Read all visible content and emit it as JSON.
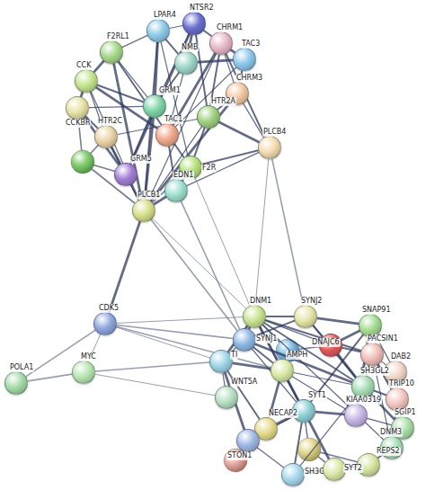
{
  "diagram": {
    "nodes": [
      {
        "text": [
          "NTSR2"
        ]
      },
      {
        "text": [
          "LPAR4"
        ]
      },
      {
        "text": [
          "CHRM1"
        ]
      },
      {
        "text": [
          "TAC3"
        ]
      },
      {
        "text": [
          "F2RL1"
        ]
      },
      {
        "text": [
          "NMB"
        ]
      },
      {
        "text": [
          "CCK"
        ]
      },
      {
        "text": [
          "CHRM3"
        ]
      },
      {
        "text": [
          "CCKBR"
        ]
      },
      {
        "text": [
          "GRM1"
        ]
      },
      {
        "text": [
          "HTR2A"
        ]
      },
      {
        "text": [
          "TAC1"
        ]
      },
      {
        "text": [
          "HTR2C"
        ]
      },
      {
        "text": [
          "GRM5"
        ]
      },
      {
        "text": [
          "F2R"
        ]
      },
      {
        "text": [
          "EDN1"
        ]
      },
      {
        "text": [
          "PLCB1"
        ]
      },
      {
        "text": [
          "PLCB4"
        ]
      },
      {
        "text": [
          "CDK5"
        ]
      },
      {
        "text": [
          "POLA1"
        ]
      },
      {
        "text": [
          "MYC"
        ]
      },
      {
        "text": [
          "DNM1"
        ]
      },
      {
        "text": [
          "SYNJ2"
        ]
      },
      {
        "text": [
          "SNAP91"
        ]
      },
      {
        "text": [
          "SYNJ1"
        ]
      },
      {
        "text": [
          "DNAJC6"
        ]
      },
      {
        "text": [
          "PACSIN1"
        ]
      },
      {
        "text": [
          "DAB2"
        ]
      },
      {
        "text": [
          "TI"
        ]
      },
      {
        "text": [
          "AMPH"
        ]
      },
      {
        "text": [
          "SH3GL2"
        ]
      },
      {
        "text": [
          "TRIP10"
        ]
      },
      {
        "text": [
          "KIAA0319"
        ]
      },
      {
        "text": [
          "SGIP1"
        ]
      },
      {
        "text": [
          "WNT5A"
        ]
      },
      {
        "text": [
          "SYT1"
        ]
      },
      {
        "text": [
          "NECAP2"
        ]
      },
      {
        "text": [
          "DNM3"
        ]
      },
      {
        "text": [
          "REPS2"
        ]
      },
      {
        "text": [
          "STON1"
        ]
      },
      {
        "text": [
          "SH3GL3"
        ]
      },
      {
        "text": [
          "SYT2"
        ]
      }
    ],
    "edges": [
      {
        "from": 0,
        "to": 1,
        "arrow": "none"
      },
      {
        "from": 0,
        "to": 2,
        "arrow": "none"
      },
      {
        "from": 0,
        "to": 5,
        "arrow": "none"
      },
      {
        "from": 0,
        "to": 9,
        "arrow": "none"
      },
      {
        "from": 0,
        "to": 10,
        "arrow": "none"
      },
      {
        "from": 0,
        "to": 13,
        "arrow": "none"
      },
      {
        "from": 1,
        "to": 4,
        "arrow": "none"
      },
      {
        "from": 1,
        "to": 5,
        "arrow": "none"
      },
      {
        "from": 1,
        "to": 9,
        "arrow": "none"
      },
      {
        "from": 1,
        "to": 14,
        "arrow": "none"
      },
      {
        "from": 1,
        "to": 16,
        "arrow": "none"
      },
      {
        "from": 2,
        "to": 3,
        "arrow": "none"
      },
      {
        "from": 2,
        "to": 7,
        "arrow": "none"
      },
      {
        "from": 2,
        "to": 10,
        "arrow": "none"
      },
      {
        "from": 2,
        "to": 11,
        "arrow": "none"
      },
      {
        "from": 2,
        "to": 16,
        "arrow": "none"
      },
      {
        "from": 2,
        "to": 17,
        "arrow": "none"
      },
      {
        "from": 3,
        "to": 5,
        "arrow": "none"
      },
      {
        "from": 3,
        "to": 11,
        "arrow": "none"
      },
      {
        "from": 3,
        "to": 7,
        "arrow": "none"
      },
      {
        "from": 4,
        "to": 6,
        "arrow": "none"
      },
      {
        "from": 4,
        "to": 9,
        "arrow": "none"
      },
      {
        "from": 4,
        "to": 14,
        "arrow": "none"
      },
      {
        "from": 4,
        "to": 16,
        "arrow": "none"
      },
      {
        "from": 5,
        "to": 11,
        "arrow": "none"
      },
      {
        "from": 5,
        "to": 9,
        "arrow": "none"
      },
      {
        "from": 6,
        "to": 8,
        "arrow": "none"
      },
      {
        "from": 6,
        "to": 12,
        "arrow": "none"
      },
      {
        "from": 6,
        "to": 9,
        "arrow": "none"
      },
      {
        "from": 6,
        "to": 11,
        "arrow": "none"
      },
      {
        "from": 6,
        "to": 16,
        "arrow": "none"
      },
      {
        "from": 7,
        "to": 10,
        "arrow": "none"
      },
      {
        "from": 7,
        "to": 16,
        "arrow": "none"
      },
      {
        "from": 7,
        "to": 17,
        "arrow": "none"
      },
      {
        "from": 8,
        "to": 12,
        "arrow": "none"
      },
      {
        "from": 8,
        "to": 13,
        "arrow": "none"
      },
      {
        "from": 8,
        "to": 9,
        "arrow": "none"
      },
      {
        "from": 9,
        "to": 13,
        "arrow": "none"
      },
      {
        "from": 9,
        "to": 16,
        "arrow": "none"
      },
      {
        "from": 10,
        "to": 12,
        "arrow": "none"
      },
      {
        "from": 10,
        "to": 14,
        "arrow": "none"
      },
      {
        "from": 10,
        "to": 17,
        "arrow": "none"
      },
      {
        "from": 10,
        "to": 16,
        "arrow": "none"
      },
      {
        "from": 11,
        "to": 15,
        "arrow": "none"
      },
      {
        "from": 12,
        "to": 13,
        "arrow": "none"
      },
      {
        "from": 12,
        "to": 16,
        "arrow": "none"
      },
      {
        "from": 13,
        "to": 16,
        "arrow": "none"
      },
      {
        "from": 14,
        "to": 15,
        "arrow": "none"
      },
      {
        "from": 14,
        "to": 16,
        "arrow": "none"
      },
      {
        "from": 14,
        "to": 17,
        "arrow": "none"
      },
      {
        "from": 15,
        "to": 16,
        "arrow": "none"
      },
      {
        "from": 15,
        "to": 17,
        "arrow": "none"
      },
      {
        "from": 21,
        "to": 22,
        "arrow": "none"
      },
      {
        "from": 21,
        "to": 24,
        "arrow": "none"
      },
      {
        "from": 21,
        "to": 25,
        "arrow": "none"
      },
      {
        "from": 21,
        "to": 26,
        "arrow": "none"
      },
      {
        "from": 21,
        "to": 28,
        "arrow": "none"
      },
      {
        "from": 21,
        "to": 29,
        "arrow": "none"
      },
      {
        "from": 21,
        "to": 30,
        "arrow": "none"
      },
      {
        "from": 21,
        "to": 35,
        "arrow": "none"
      },
      {
        "from": 21,
        "to": 37,
        "arrow": "none"
      },
      {
        "from": 22,
        "to": 24,
        "arrow": "none"
      },
      {
        "from": 22,
        "to": 23,
        "arrow": "none"
      },
      {
        "from": 22,
        "to": 25,
        "arrow": "none"
      },
      {
        "from": 22,
        "to": 30,
        "arrow": "none"
      },
      {
        "from": 23,
        "to": 25,
        "arrow": "none"
      },
      {
        "from": 23,
        "to": 27,
        "arrow": "none"
      },
      {
        "from": 23,
        "to": 35,
        "arrow": "none"
      },
      {
        "from": 23,
        "to": 32,
        "arrow": "none"
      },
      {
        "from": 24,
        "to": 28,
        "arrow": "none"
      },
      {
        "from": 24,
        "to": 29,
        "arrow": "none"
      },
      {
        "from": 24,
        "to": 30,
        "arrow": "none"
      },
      {
        "from": 24,
        "to": 35,
        "arrow": "none"
      },
      {
        "from": 25,
        "to": 26,
        "arrow": "none"
      },
      {
        "from": 25,
        "to": 30,
        "arrow": "none"
      },
      {
        "from": 26,
        "to": 27,
        "arrow": "none"
      },
      {
        "from": 26,
        "to": 30,
        "arrow": "none"
      },
      {
        "from": 26,
        "to": 31,
        "arrow": "none"
      },
      {
        "from": 26,
        "to": 37,
        "arrow": "none"
      },
      {
        "from": 27,
        "to": 33,
        "arrow": "none"
      },
      {
        "from": 28,
        "to": 29,
        "arrow": "none"
      },
      {
        "from": 28,
        "to": 34,
        "arrow": "none"
      },
      {
        "from": 28,
        "to": 36,
        "arrow": "none"
      },
      {
        "from": 28,
        "to": 39,
        "arrow": "none"
      },
      {
        "from": 29,
        "to": 30,
        "arrow": "none"
      },
      {
        "from": 29,
        "to": 35,
        "arrow": "none"
      },
      {
        "from": 29,
        "to": 36,
        "arrow": "none"
      },
      {
        "from": 29,
        "to": 32,
        "arrow": "none"
      },
      {
        "from": 30,
        "to": 31,
        "arrow": "none"
      },
      {
        "from": 30,
        "to": 33,
        "arrow": "none"
      },
      {
        "from": 30,
        "to": 40,
        "arrow": "none"
      },
      {
        "from": 31,
        "to": 37,
        "arrow": "none"
      },
      {
        "from": 32,
        "to": 35,
        "arrow": "none"
      },
      {
        "from": 32,
        "to": 33,
        "arrow": "none"
      },
      {
        "from": 33,
        "to": 37,
        "arrow": "none"
      },
      {
        "from": 35,
        "to": 36,
        "arrow": "none"
      },
      {
        "from": 35,
        "to": 39,
        "arrow": "none"
      },
      {
        "from": 35,
        "to": 40,
        "arrow": "none"
      },
      {
        "from": 35,
        "to": 41,
        "arrow": "none"
      },
      {
        "from": 36,
        "to": 39,
        "arrow": "none"
      },
      {
        "from": 37,
        "to": 38,
        "arrow": "none"
      },
      {
        "from": 38,
        "to": 41,
        "arrow": "none"
      },
      {
        "from": 39,
        "to": 40,
        "arrow": "none"
      },
      {
        "from": 40,
        "to": 41,
        "arrow": "none"
      },
      {
        "from": 16,
        "to": 18,
        "arrow": "none"
      },
      {
        "from": 16,
        "to": 24,
        "arrow": "none"
      },
      {
        "from": 16,
        "to": 21,
        "arrow": "none"
      },
      {
        "from": 15,
        "to": 24,
        "arrow": "none"
      },
      {
        "from": 17,
        "to": 21,
        "arrow": "none"
      },
      {
        "from": 17,
        "to": 22,
        "arrow": "none"
      },
      {
        "from": 14,
        "to": 21,
        "arrow": "none"
      },
      {
        "from": 18,
        "to": 19,
        "arrow": "none"
      },
      {
        "from": 18,
        "to": 20,
        "arrow": "none"
      },
      {
        "from": 19,
        "to": 20,
        "arrow": "none"
      },
      {
        "from": 18,
        "to": 21,
        "arrow": "none"
      },
      {
        "from": 18,
        "to": 24,
        "arrow": "none"
      },
      {
        "from": 18,
        "to": 28,
        "arrow": "none"
      },
      {
        "from": 20,
        "to": 28,
        "arrow": "none"
      },
      {
        "from": 20,
        "to": 34,
        "arrow": "none"
      },
      {
        "from": 18,
        "to": 29,
        "arrow": "none"
      }
    ]
  }
}
